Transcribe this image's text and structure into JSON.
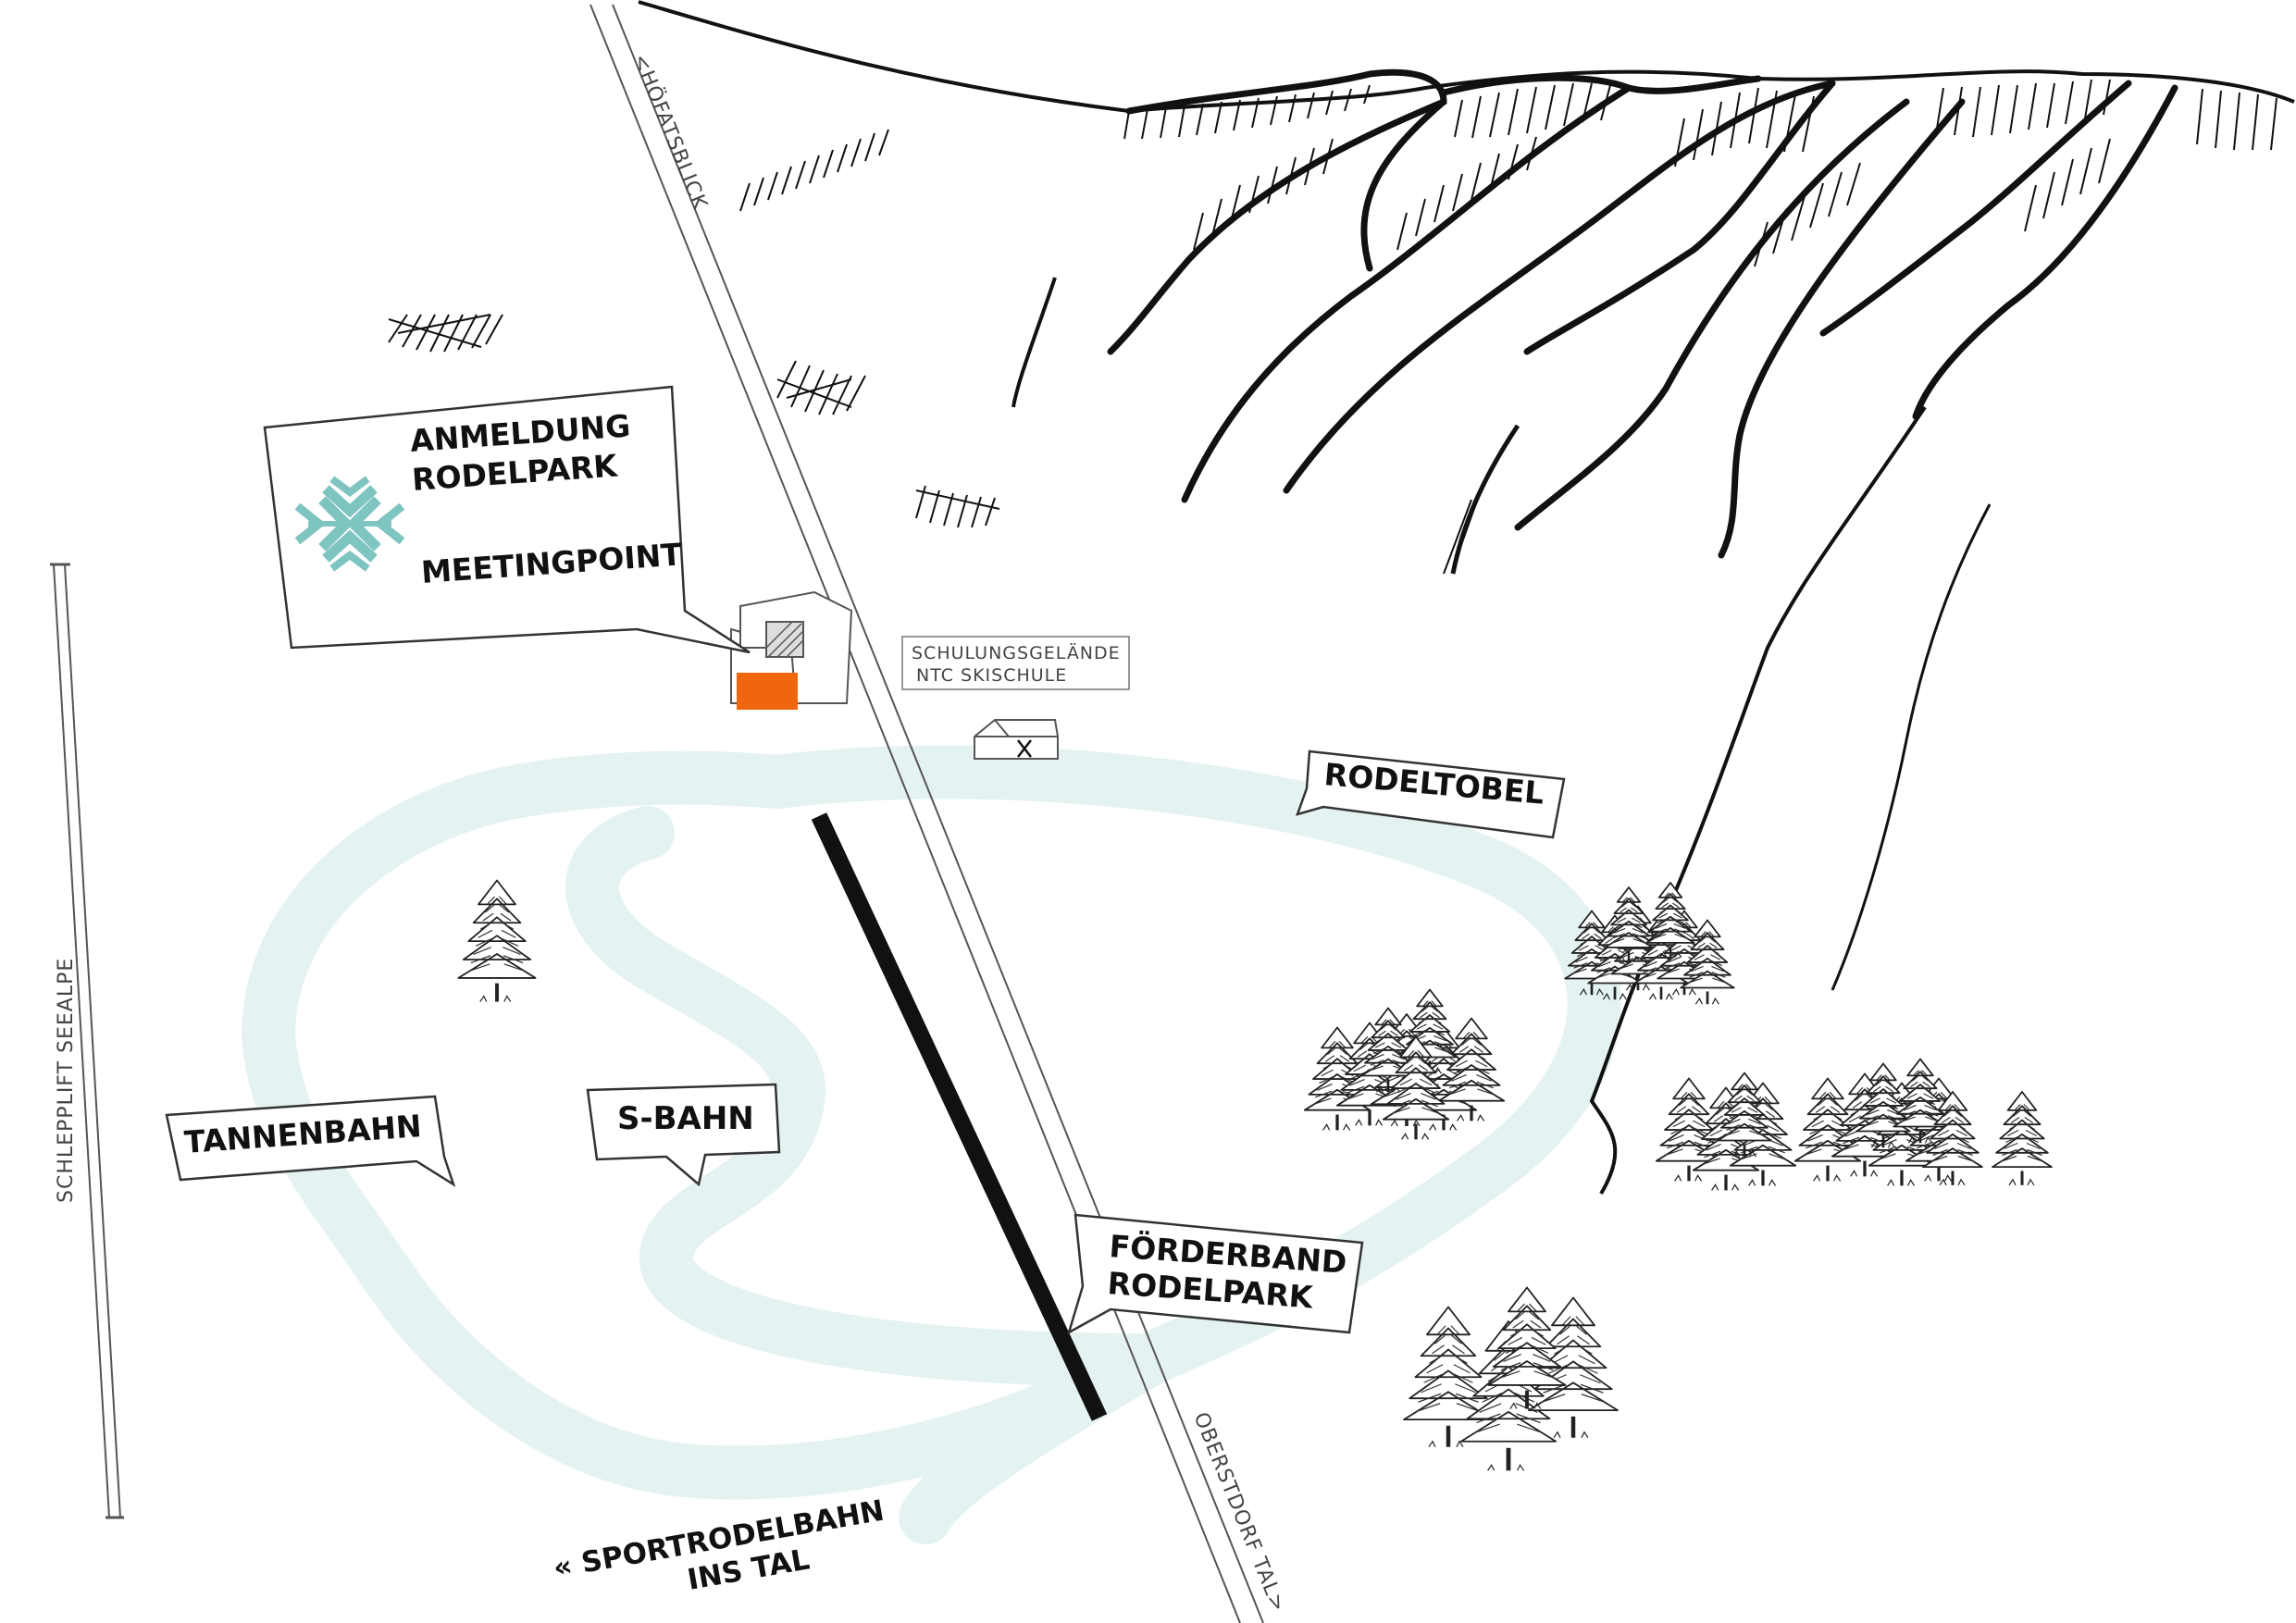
{
  "labels": {
    "anmeldung": [
      "ANMELDUNG",
      "RODELPARK"
    ],
    "meetingpoint": "MEETINGPOINT",
    "schulung": [
      "SCHULUNGSGELÄNDE",
      "NTC SKISCHULE"
    ],
    "rodeltobel": "RODELTOBEL",
    "tannenbahn": "TANNENBAHN",
    "sbahn": "S-BAHN",
    "foerderband": [
      "FÖRDERBAND",
      "RODELPARK"
    ],
    "sportrodelbahn": [
      "« SPORTRODELBAHN",
      "INS TAL"
    ],
    "hoefatsblick": "<HÖFATSBLICK",
    "schlepplift": "SCHLEPPLIFT SEEALPE",
    "oberstdorf": "OBERSTDORF TAL>"
  },
  "icons": {
    "logo": "snowflake-logo-icon",
    "building": "station-building-icon",
    "hut": "restaurant-hut-icon",
    "cutlery": "cutlery-icon",
    "tree": "fir-tree-icon",
    "mountain": "mountain-range-icon"
  },
  "colors": {
    "logo": "#7ec4c1",
    "track": "#e4f2f2",
    "meeting_block": "#f0660f",
    "ink": "#111111"
  }
}
